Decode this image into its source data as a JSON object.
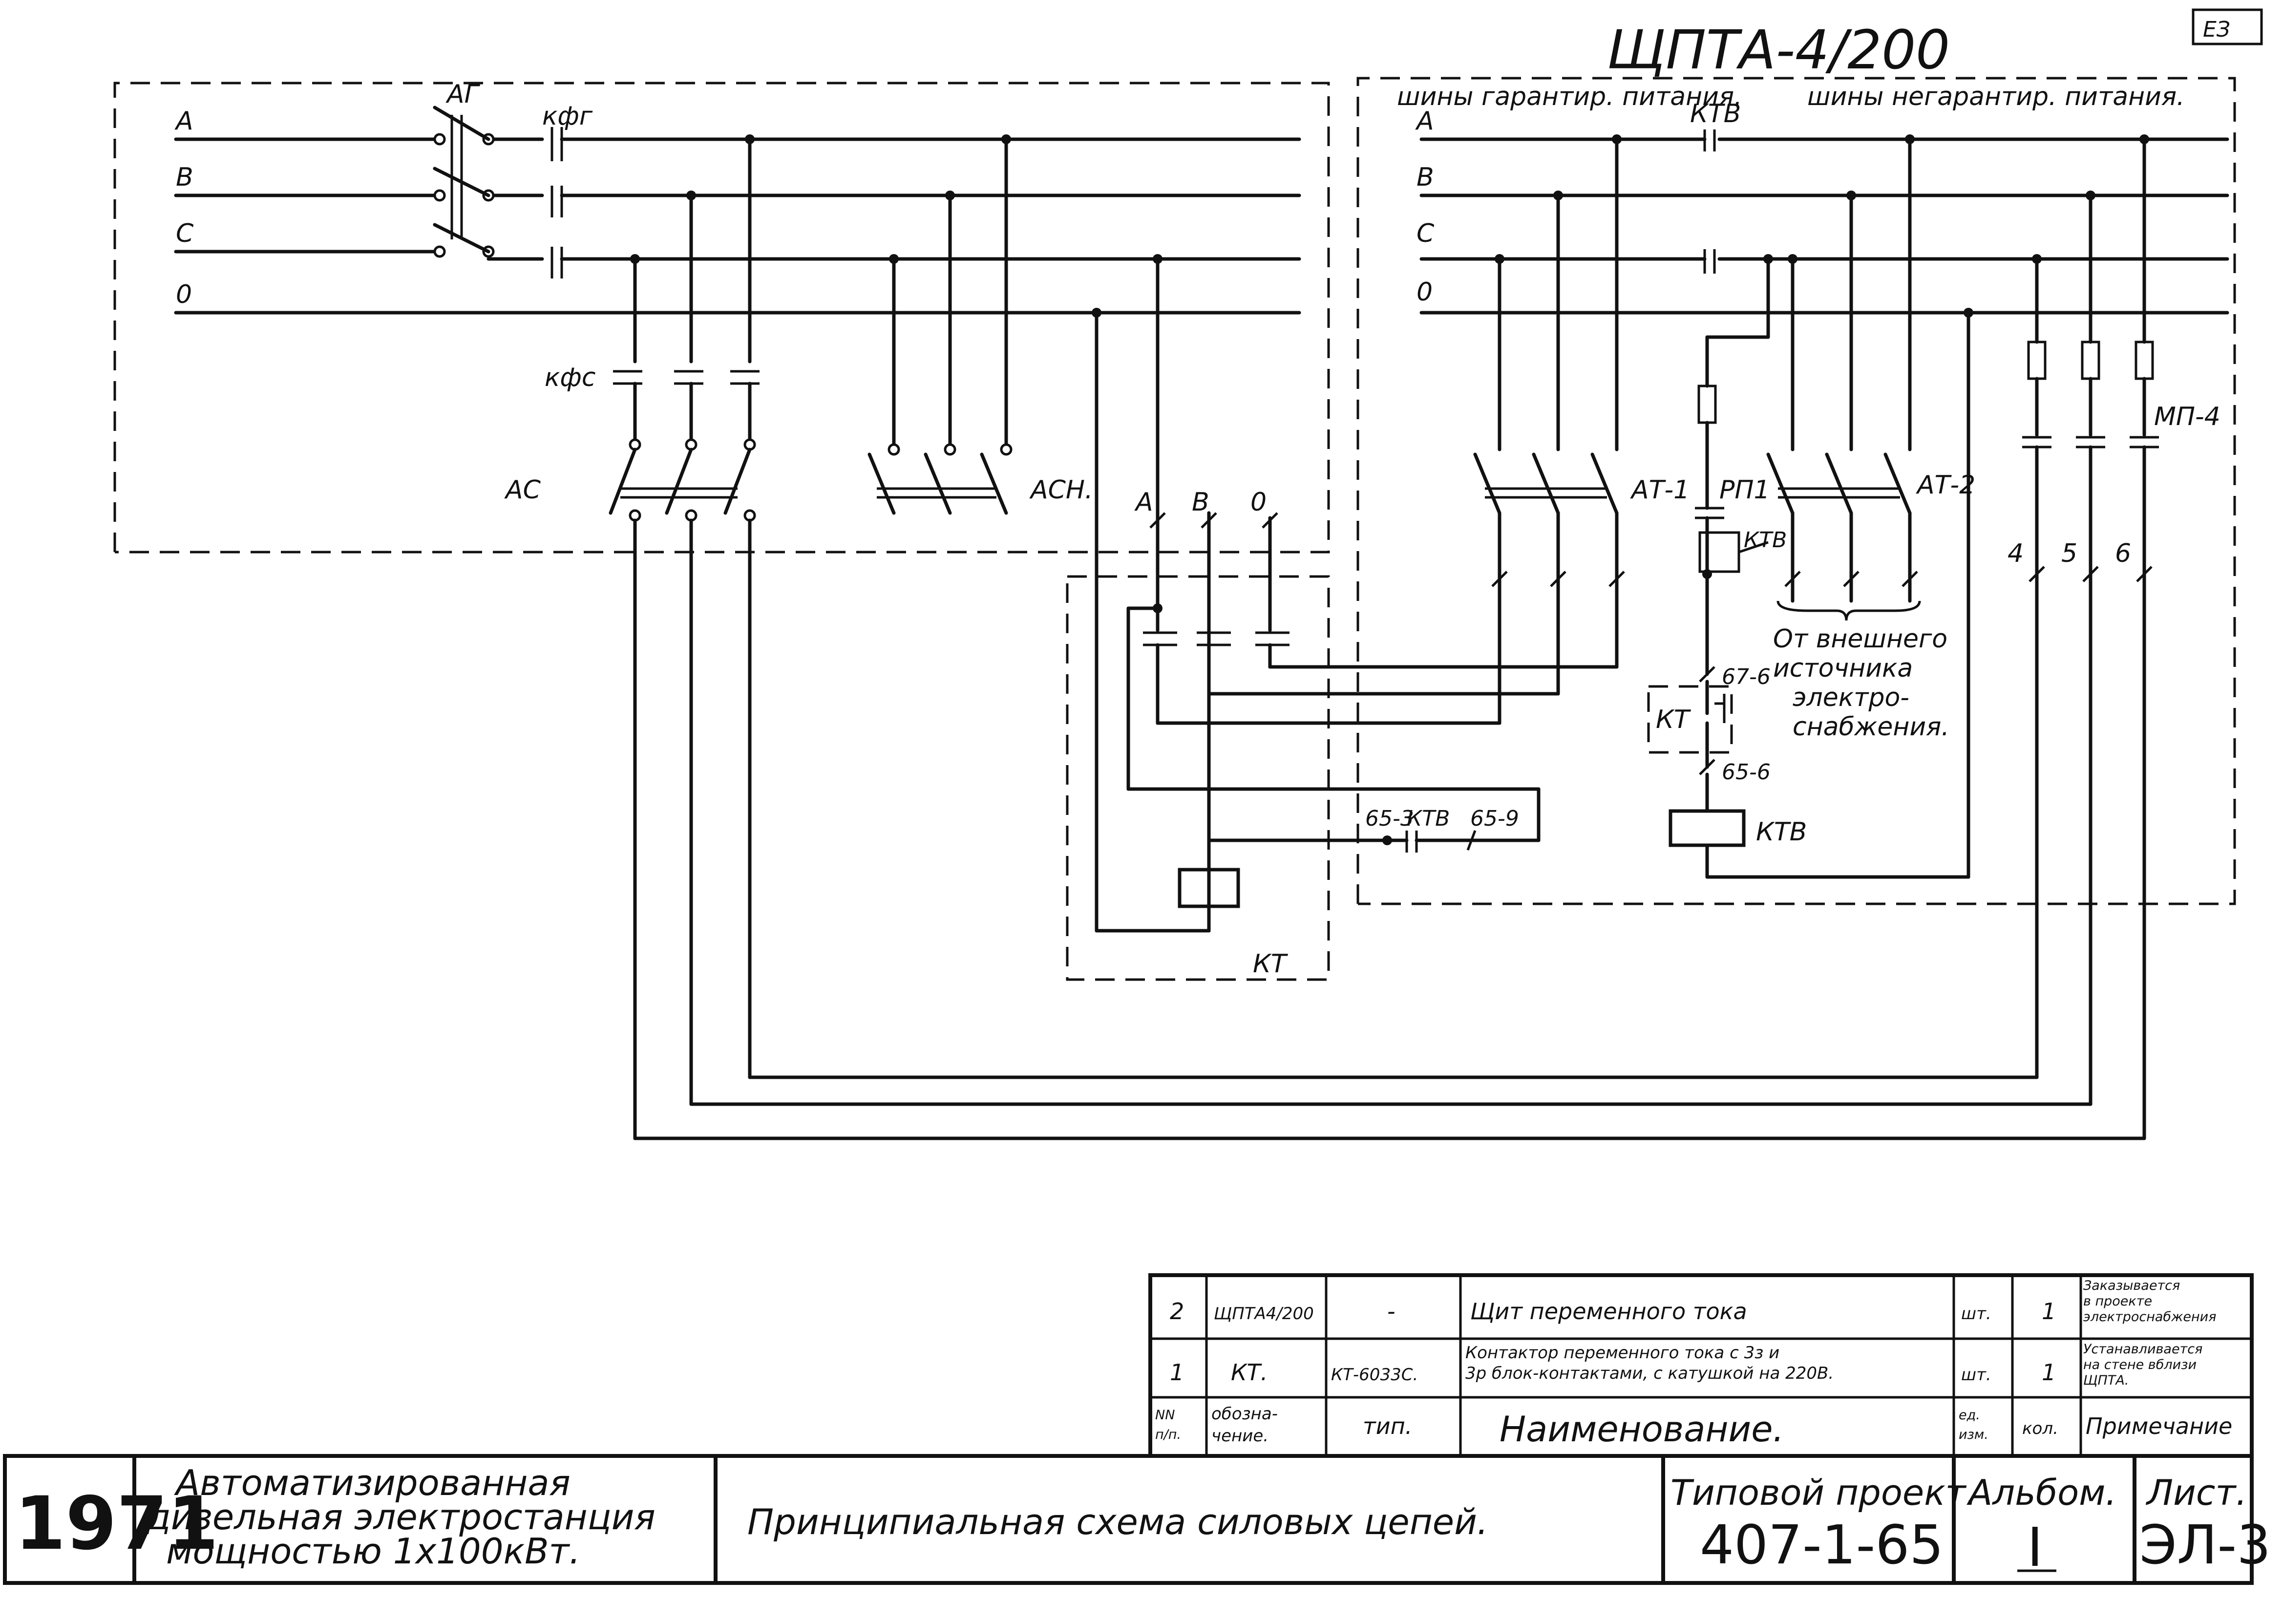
{
  "panel_title": "ЩПТА-4/200",
  "top_corner_mark": "ЕЗ",
  "buses": {
    "left": [
      "A",
      "B",
      "C",
      "0"
    ],
    "right": [
      "A",
      "B",
      "C",
      "0"
    ],
    "guaranteed": "шины гарантир. питания.",
    "nonguaranteed": "шины негарантир. питания."
  },
  "devices": {
    "ag": "АГ",
    "kfg": "кфг",
    "kfs": "кфс",
    "as": "АС",
    "ash": "АСН.",
    "at1": "АТ-1",
    "at2": "АТ-2",
    "rp1": "РП1",
    "ktv": "КТВ",
    "kt": "КТ",
    "mp4": "МП-4"
  },
  "terminals": {
    "kt_inputs": [
      "А",
      "В",
      "0"
    ],
    "mp_outputs": [
      "4",
      "5",
      "6"
    ],
    "t67_6": "67-6",
    "t65_6": "65-6",
    "t65_3": "65-3",
    "t65_9": "65-9"
  },
  "external_source_note": "От внешнего источника электро-снабжения.",
  "spec_table": {
    "rows": [
      {
        "num": "2",
        "designation": "ЩПТА4/200",
        "type": "-",
        "name": "Щит переменного тока",
        "unit": "шт.",
        "qty": "1",
        "note": "Заказывается в проекте электроснабжения"
      },
      {
        "num": "1",
        "designation": "КТ.",
        "type": "КТ-6033С.",
        "name": "Контактор переменного тока с 3з и 3р блок-контактами, с катушкой на 220В.",
        "unit": "шт.",
        "qty": "1",
        "note": "Устанавливается на стене вблизи ЩПТА."
      }
    ],
    "header": {
      "num": "NN п/п.",
      "designation": "обозна-чение.",
      "type": "тип.",
      "name": "Наименование.",
      "unit": "ед. изм.",
      "qty": "кол.",
      "note": "Примечание"
    }
  },
  "title_block": {
    "year": "1971",
    "object": [
      "Автоматизированная",
      "дизельная электростанция",
      "мощностью 1х100кВт."
    ],
    "drawing_title": "Принципиальная схема силовых цепей.",
    "project_label": "Типовой проект.",
    "project_number": "407-1-65",
    "album_label": "Альбом.",
    "album_number": "I",
    "sheet_label": "Лист.",
    "sheet_number": "ЭЛ-3"
  }
}
